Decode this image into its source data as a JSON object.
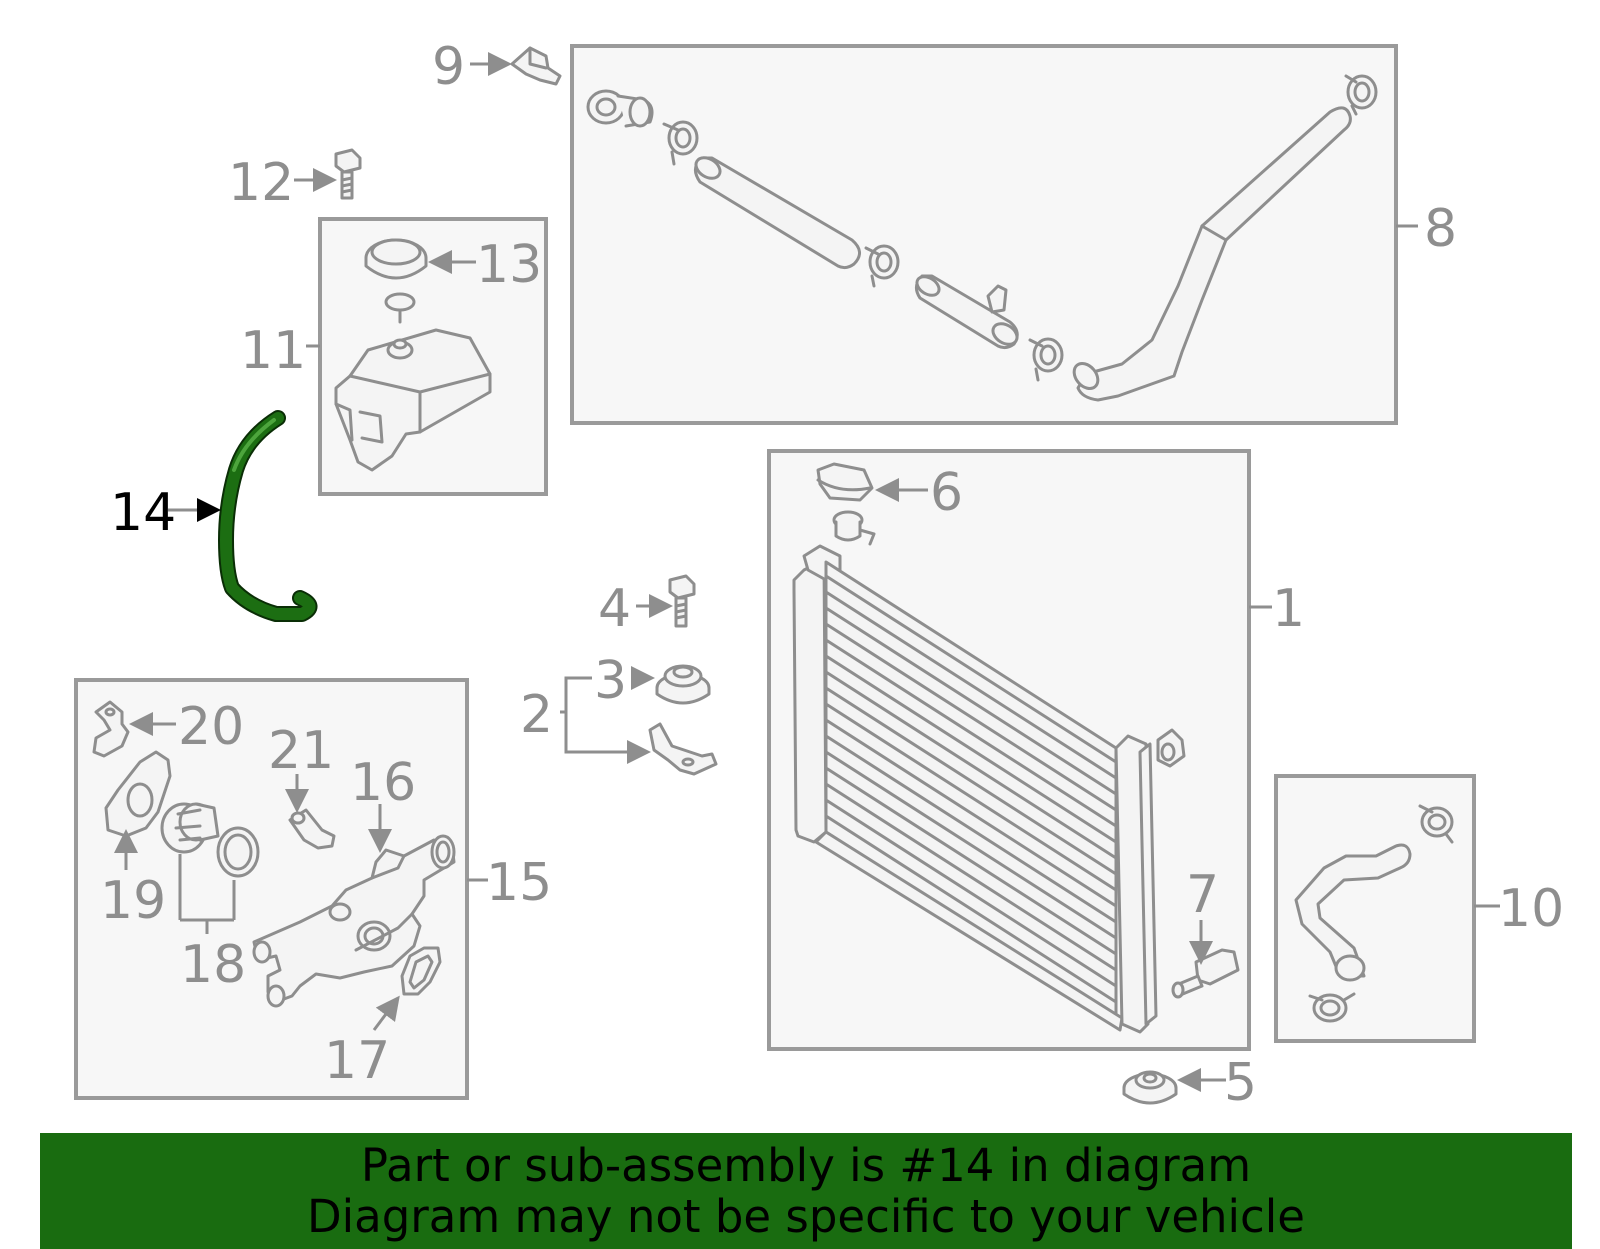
{
  "diagram": {
    "highlighted_part": "14",
    "highlight_color": "#196c10",
    "callouts": {
      "c1": "1",
      "c2": "2",
      "c3": "3",
      "c4": "4",
      "c5": "5",
      "c6": "6",
      "c7": "7",
      "c8": "8",
      "c9": "9",
      "c10": "10",
      "c11": "11",
      "c12": "12",
      "c13": "13",
      "c14": "14",
      "c15": "15",
      "c16": "16",
      "c17": "17",
      "c18": "18",
      "c19": "19",
      "c20": "20",
      "c21": "21"
    }
  },
  "footer": {
    "line1": "Part or sub-assembly is #14 in diagram",
    "line2": "Diagram may not be specific to your vehicle"
  }
}
